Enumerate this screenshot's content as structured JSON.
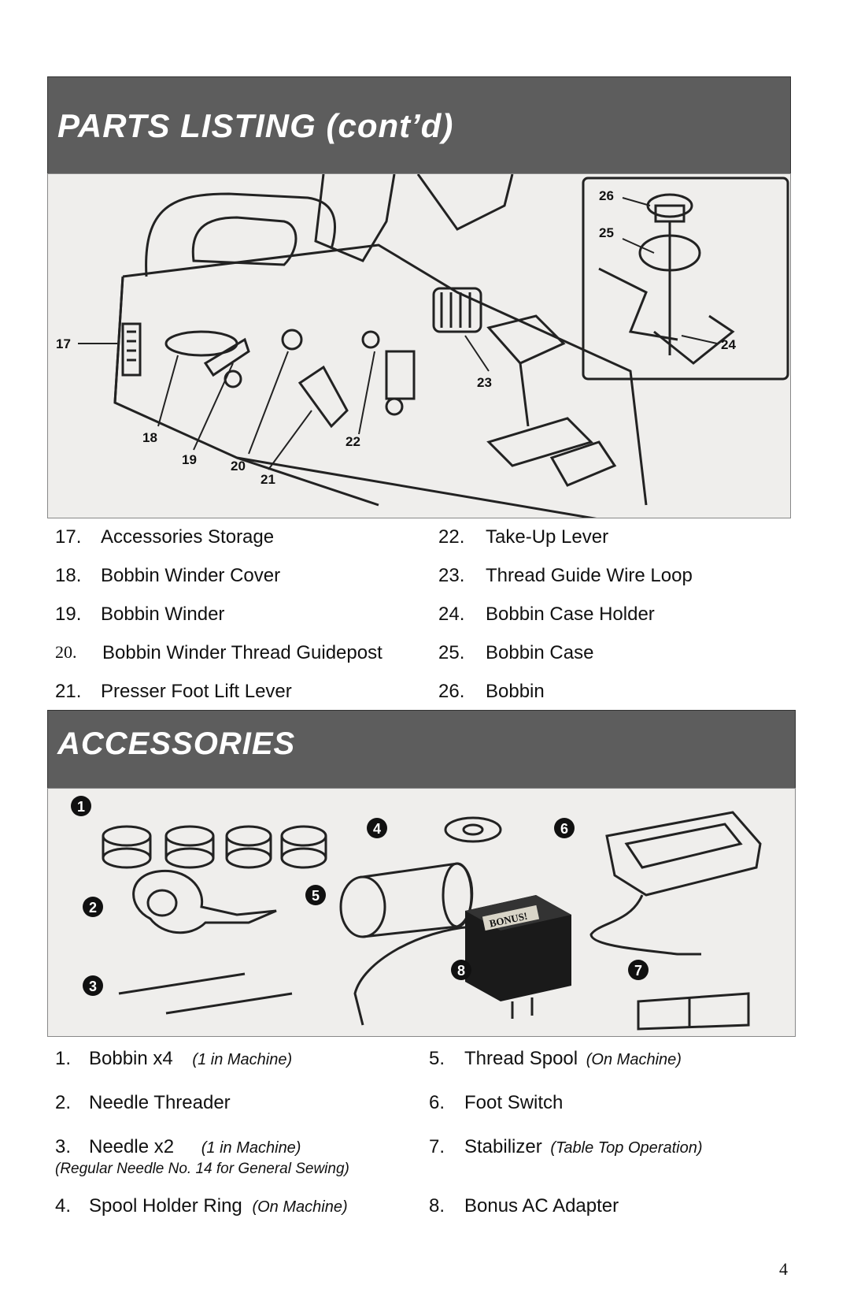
{
  "parts_section": {
    "title": "PARTS LISTING (cont’d)",
    "callouts": [
      "17",
      "18",
      "19",
      "20",
      "21",
      "22",
      "23",
      "24",
      "25",
      "26"
    ],
    "left_items": [
      {
        "num": "17.",
        "label": "Accessories Storage"
      },
      {
        "num": "18.",
        "label": "Bobbin Winder Cover"
      },
      {
        "num": "19.",
        "label": "Bobbin Winder"
      },
      {
        "num": "20.",
        "label": "Bobbin Winder Thread Guidepost"
      },
      {
        "num": "21.",
        "label": "Presser Foot Lift Lever"
      }
    ],
    "right_items": [
      {
        "num": "22.",
        "label": "Take-Up Lever"
      },
      {
        "num": "23.",
        "label": "Thread Guide Wire Loop"
      },
      {
        "num": "24.",
        "label": "Bobbin Case Holder"
      },
      {
        "num": "25.",
        "label": "Bobbin Case"
      },
      {
        "num": "26.",
        "label": "Bobbin"
      }
    ]
  },
  "accessories_section": {
    "title": "ACCESSORIES",
    "badges": [
      "1",
      "2",
      "3",
      "4",
      "5",
      "6",
      "7",
      "8"
    ],
    "adapter_label": "BONUS!",
    "left_items": [
      {
        "num": "1.",
        "label": "Bobbin x4",
        "note": "(1 in Machine)"
      },
      {
        "num": "2.",
        "label": "Needle Threader",
        "note": ""
      },
      {
        "num": "3.",
        "label": "Needle x2",
        "note": "(1 in Machine)"
      },
      {
        "num": "4.",
        "label": "Spool Holder Ring",
        "note": "(On Machine)"
      }
    ],
    "needle_subnote": "(Regular Needle No. 14 for General Sewing)",
    "right_items": [
      {
        "num": "5.",
        "label": "Thread Spool",
        "note": "(On Machine)"
      },
      {
        "num": "6.",
        "label": "Foot Switch",
        "note": ""
      },
      {
        "num": "7.",
        "label": "Stabilizer",
        "note": "(Table Top Operation)"
      },
      {
        "num": "8.",
        "label": "Bonus AC Adapter",
        "note": ""
      }
    ]
  },
  "page_number": "4",
  "colors": {
    "banner": "#5d5d5d",
    "figure_bg": "#efeeec"
  }
}
